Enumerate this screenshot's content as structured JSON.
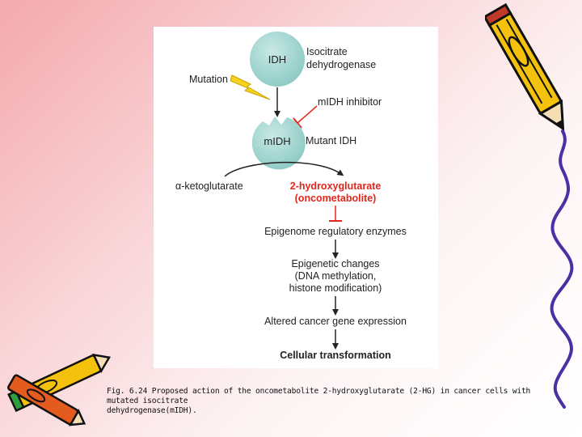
{
  "diagram": {
    "idh_node": "IDH",
    "idh_label_line1": "Isocitrate",
    "idh_label_line2": "dehydrogenase",
    "mutation_label": "Mutation",
    "inhibitor_label": "mIDH inhibitor",
    "midh_node": "mIDH",
    "midh_label": "Mutant IDH",
    "ketoglutarate_label": "α-ketoglutarate",
    "hg_line1": "2-hydroxyglutarate",
    "hg_line2": "(oncometabolite)",
    "epigenome_label": "Epigenome regulatory enzymes",
    "epigenetic_line1": "Epigenetic changes",
    "epigenetic_line2": "(DNA methylation,",
    "epigenetic_line3": "histone modification)",
    "altered_label": "Altered cancer gene expression",
    "cellular_label": "Cellular transformation"
  },
  "caption": {
    "line1": "Fig. 6.24 Proposed action of the oncometabolite 2-hydroxyglutarate (2-HG) in cancer cells with mutated isocitrate",
    "line2": "dehydrogenase(mIDH)."
  },
  "colors": {
    "node_fill": "#9fd3ce",
    "inhibit_red": "#e2261c",
    "bolt_yellow": "#f4d21f"
  },
  "icons": [
    "pencil-clipart",
    "wavy-line-clipart",
    "crayons-clipart"
  ]
}
